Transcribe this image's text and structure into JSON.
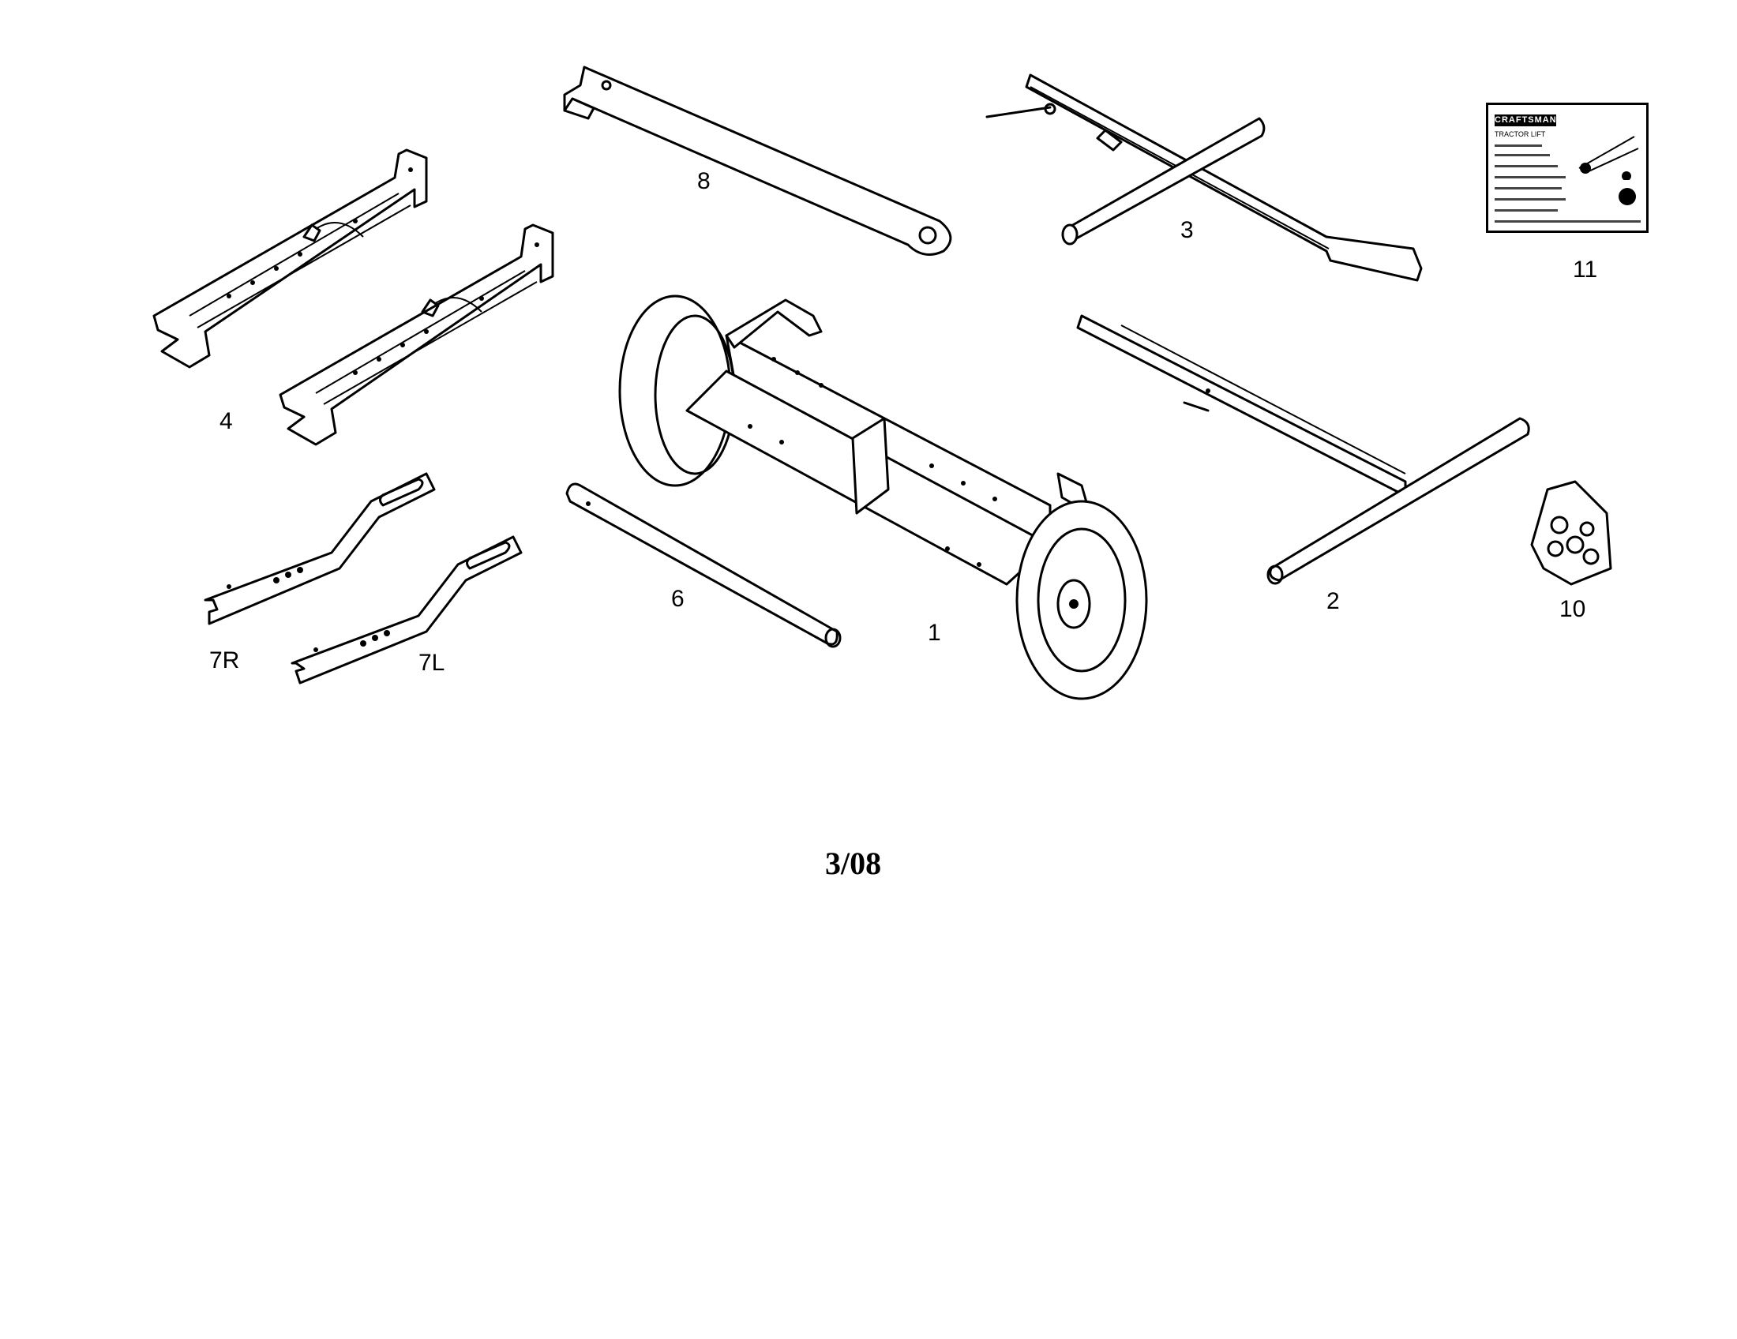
{
  "figure": {
    "date_code": "3/08",
    "callouts": [
      {
        "id": "part-1",
        "label": "1"
      },
      {
        "id": "part-2",
        "label": "2"
      },
      {
        "id": "part-3",
        "label": "3"
      },
      {
        "id": "part-4",
        "label": "4"
      },
      {
        "id": "part-6",
        "label": "6"
      },
      {
        "id": "part-7r",
        "label": "7R"
      },
      {
        "id": "part-7l",
        "label": "7L"
      },
      {
        "id": "part-8",
        "label": "8"
      },
      {
        "id": "part-10",
        "label": "10"
      },
      {
        "id": "part-11",
        "label": "11"
      }
    ],
    "instruction_card": {
      "brand": "CRAFTSMAN",
      "title": "TRACTOR LIFT"
    }
  }
}
